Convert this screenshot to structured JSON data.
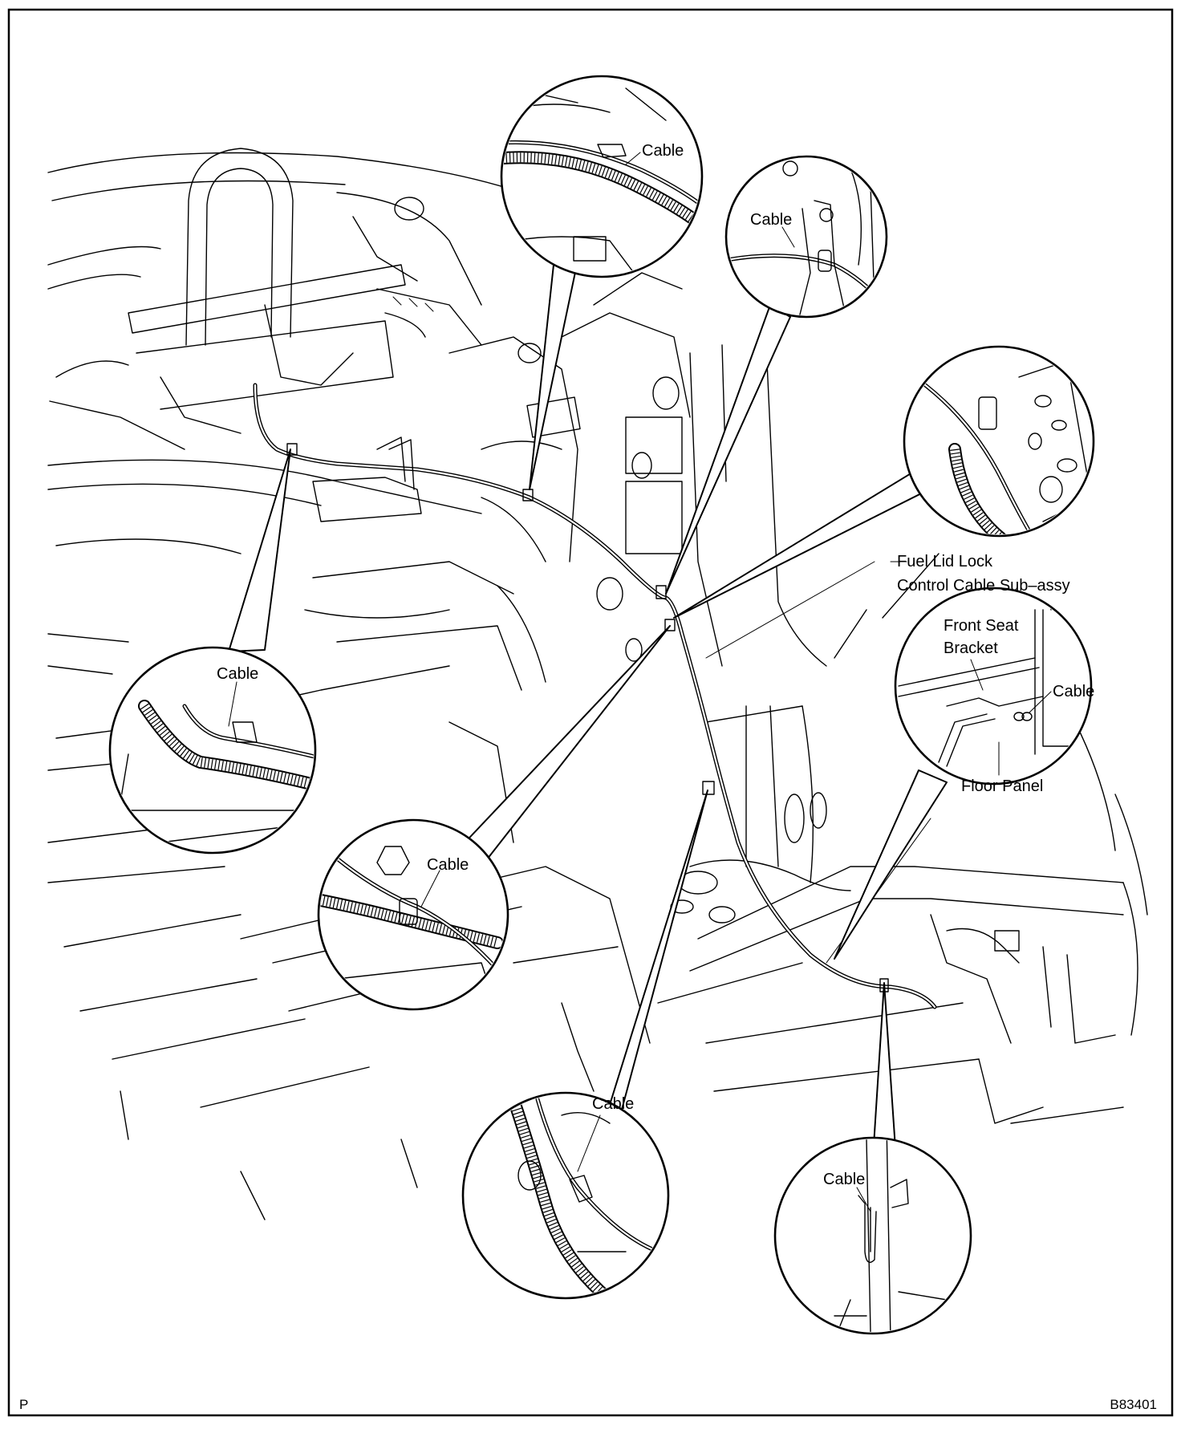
{
  "diagram": {
    "main_label": {
      "line1": "Fuel Lid Lock",
      "line2": "Control Cable Sub–assy"
    },
    "callouts": [
      {
        "id": "top-center",
        "labels": [
          "Cable"
        ]
      },
      {
        "id": "top-right",
        "labels": [
          "Cable"
        ]
      },
      {
        "id": "mid-right",
        "labels": []
      },
      {
        "id": "left",
        "labels": [
          "Cable"
        ]
      },
      {
        "id": "center",
        "labels": [
          "Cable"
        ]
      },
      {
        "id": "seat-bracket",
        "labels": [
          "Front Seat",
          "Bracket",
          "Cable",
          "Floor Panel"
        ]
      },
      {
        "id": "bottom-center",
        "labels": [
          "Cable"
        ]
      },
      {
        "id": "bottom-right",
        "labels": [
          "Cable"
        ]
      }
    ],
    "corner_left": "P",
    "corner_right": "B83401"
  }
}
